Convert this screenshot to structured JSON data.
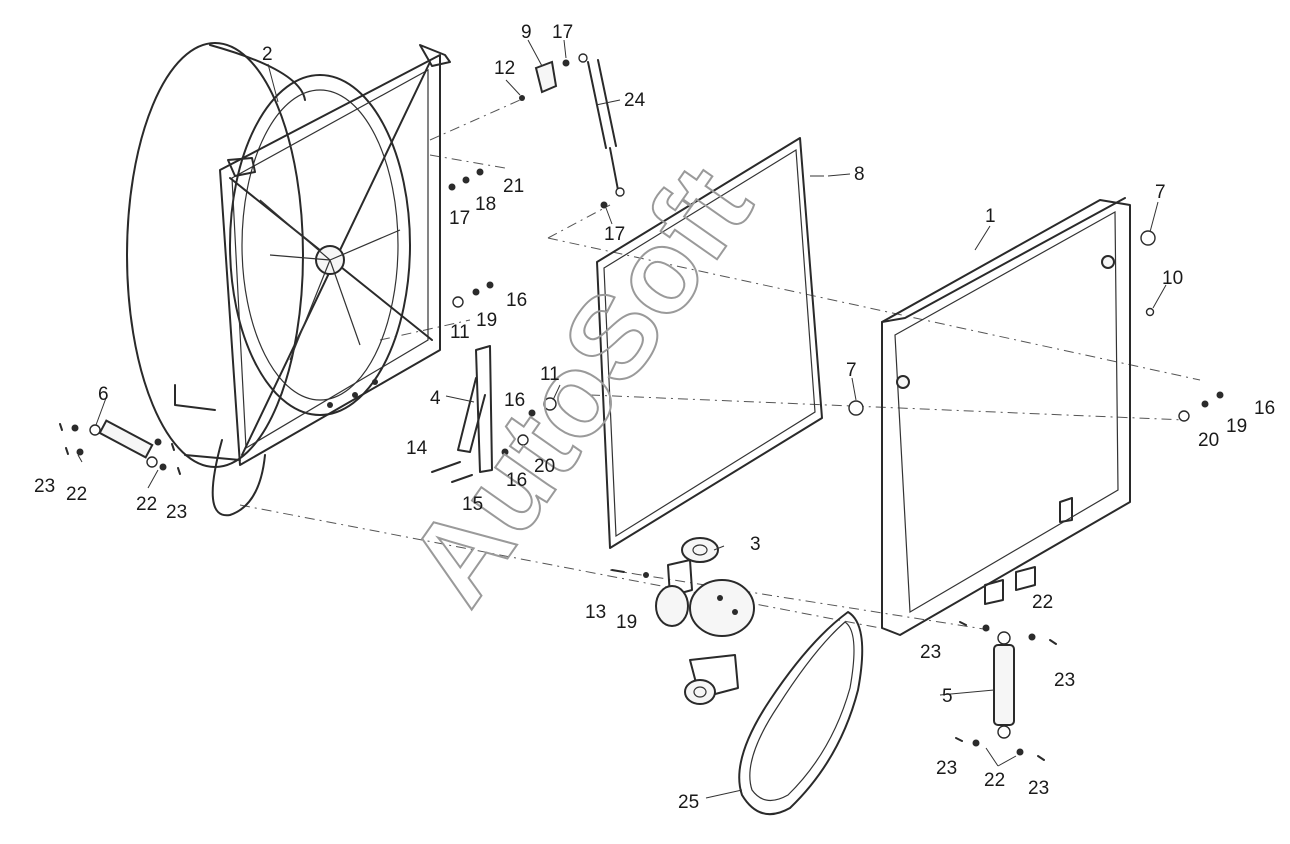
{
  "watermark": {
    "text": "AutoSoft"
  },
  "callouts": [
    {
      "id": "c2",
      "text": "2"
    },
    {
      "id": "c9",
      "text": "9"
    },
    {
      "id": "c17a",
      "text": "17"
    },
    {
      "id": "c12",
      "text": "12"
    },
    {
      "id": "c24",
      "text": "24"
    },
    {
      "id": "c21",
      "text": "21"
    },
    {
      "id": "c18",
      "text": "18"
    },
    {
      "id": "c17b",
      "text": "17"
    },
    {
      "id": "c8",
      "text": "8"
    },
    {
      "id": "c17c",
      "text": "17"
    },
    {
      "id": "c7a",
      "text": "7"
    },
    {
      "id": "c1",
      "text": "1"
    },
    {
      "id": "c10",
      "text": "10"
    },
    {
      "id": "c16a",
      "text": "16"
    },
    {
      "id": "c19a",
      "text": "19"
    },
    {
      "id": "c11a",
      "text": "11"
    },
    {
      "id": "c11b",
      "text": "11"
    },
    {
      "id": "c4",
      "text": "4"
    },
    {
      "id": "c16b",
      "text": "16"
    },
    {
      "id": "c7b",
      "text": "7"
    },
    {
      "id": "c16c",
      "text": "16"
    },
    {
      "id": "c19b",
      "text": "19"
    },
    {
      "id": "c20a",
      "text": "20"
    },
    {
      "id": "c6",
      "text": "6"
    },
    {
      "id": "c14",
      "text": "14"
    },
    {
      "id": "c20b",
      "text": "20"
    },
    {
      "id": "c16d",
      "text": "16"
    },
    {
      "id": "c15",
      "text": "15"
    },
    {
      "id": "c23a",
      "text": "23"
    },
    {
      "id": "c22a",
      "text": "22"
    },
    {
      "id": "c22b",
      "text": "22"
    },
    {
      "id": "c23b",
      "text": "23"
    },
    {
      "id": "c3",
      "text": "3"
    },
    {
      "id": "c13",
      "text": "13"
    },
    {
      "id": "c19c",
      "text": "19"
    },
    {
      "id": "c22c",
      "text": "22"
    },
    {
      "id": "c23c",
      "text": "23"
    },
    {
      "id": "c23d",
      "text": "23"
    },
    {
      "id": "c5",
      "text": "5"
    },
    {
      "id": "c23e",
      "text": "23"
    },
    {
      "id": "c22d",
      "text": "22"
    },
    {
      "id": "c23f",
      "text": "23"
    },
    {
      "id": "c25",
      "text": "25"
    }
  ]
}
